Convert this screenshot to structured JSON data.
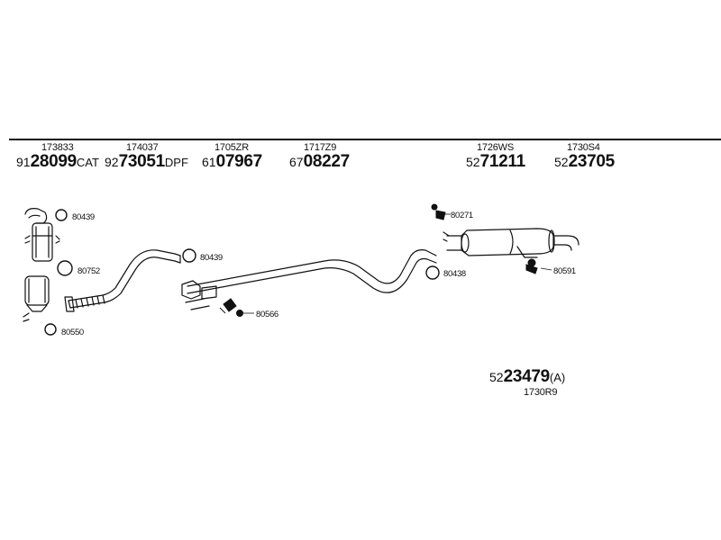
{
  "headers": [
    {
      "oem": "173833",
      "prefix": "91",
      "number": "28099",
      "suffix": "CAT"
    },
    {
      "oem": "174037",
      "prefix": "92",
      "number": "73051",
      "suffix": "DPF"
    },
    {
      "oem": "1705ZR",
      "prefix": "61",
      "number": "07967",
      "suffix": ""
    },
    {
      "oem": "1717Z9",
      "prefix": "67",
      "number": "08227",
      "suffix": ""
    },
    {
      "oem": "1726WS",
      "prefix": "52",
      "number": "71211",
      "suffix": ""
    },
    {
      "oem": "1730S4",
      "prefix": "52",
      "number": "23705",
      "suffix": ""
    }
  ],
  "clamp_labels": {
    "c80439_left": "80439",
    "c80752": "80752",
    "c80550": "80550",
    "c80439_mid": "80439",
    "c80566": "80566",
    "c80271": "80271",
    "c80438": "80438",
    "c80591": "80591"
  },
  "kit": {
    "prefix": "52",
    "number": "23479",
    "suffix": "(A)",
    "oem": "1730R9"
  }
}
